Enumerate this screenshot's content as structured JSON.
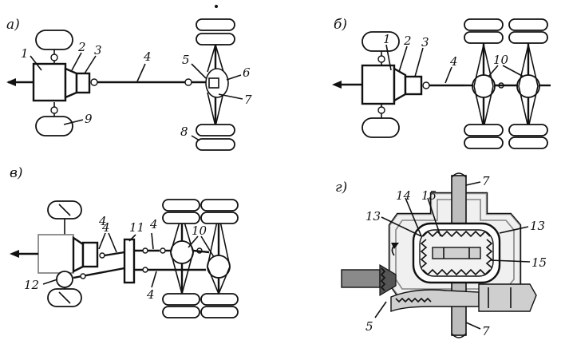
{
  "panels": [
    {
      "id": "a",
      "title": "а)",
      "callouts": [
        "1",
        "2",
        "3",
        "4",
        "5",
        "6",
        "7",
        "8",
        "9"
      ]
    },
    {
      "id": "b",
      "title": "б)",
      "callouts": [
        "1",
        "2",
        "3",
        "4",
        "10"
      ]
    },
    {
      "id": "v",
      "title": "в)",
      "callouts": [
        "4",
        "4",
        "4",
        "4",
        "11",
        "10",
        "12"
      ]
    },
    {
      "id": "g",
      "title": "г)",
      "callouts": [
        "7",
        "14",
        "15",
        "13",
        "13",
        "15",
        "5",
        "7"
      ]
    }
  ]
}
